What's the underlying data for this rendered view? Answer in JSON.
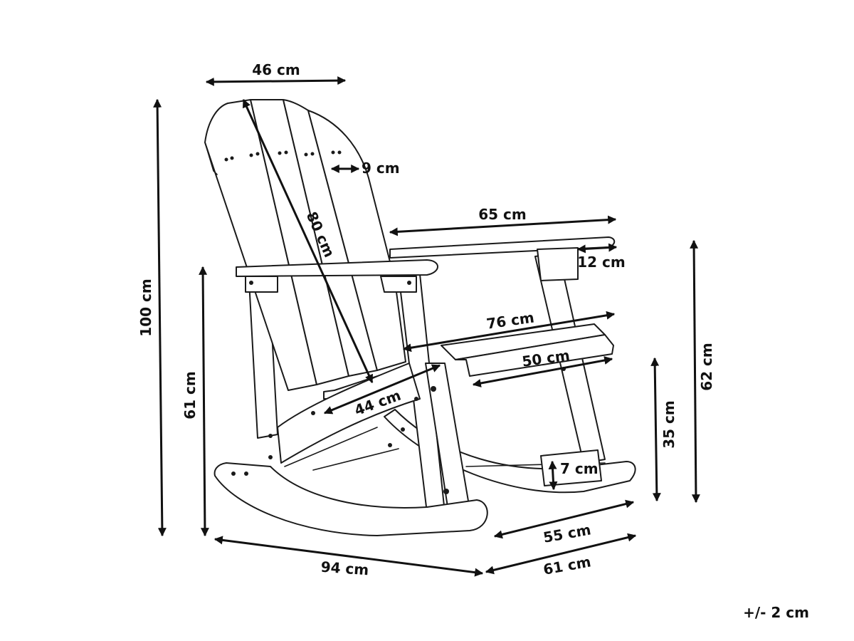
{
  "dimensions": {
    "backrest_width": "46 cm",
    "slat_width": "9 cm",
    "backrest_length": "80 cm",
    "total_height": "100 cm",
    "armrest_height": "61 cm",
    "armrest_length": "65 cm",
    "armrest_width": "12 cm",
    "seat_depth_diagonal": "76 cm",
    "seat_width": "50 cm",
    "seat_depth": "44 cm",
    "back_height": "62 cm",
    "seat_height": "35 cm",
    "rocker_height": "7 cm",
    "inner_width": "55 cm",
    "total_width": "61 cm",
    "total_depth": "94 cm"
  },
  "tolerance": "+/- 2 cm",
  "colors": {
    "line": "#1a1a1a",
    "background": "#ffffff"
  }
}
